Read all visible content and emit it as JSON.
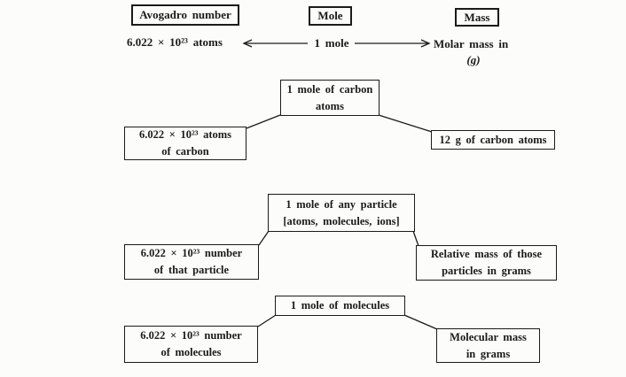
{
  "page": {
    "ink_color": "#1b1b1b",
    "paper_color": "#fcfcfa"
  },
  "header": {
    "columns": [
      {
        "label": "Avogadro number"
      },
      {
        "label": "Mole"
      },
      {
        "label": "Mass"
      }
    ],
    "relation": {
      "left": "6.022 × 10²³ atoms",
      "center": "1 mole",
      "right_line1": "Molar mass in",
      "right_line2": "(g)"
    }
  },
  "diagrams": [
    {
      "top": [
        "1 mole of carbon",
        "atoms"
      ],
      "left": [
        "6.022 × 10²³ atoms",
        "of carbon"
      ],
      "right": [
        "12 g of carbon atoms"
      ]
    },
    {
      "top": [
        "1 mole of any particle",
        "[atoms, molecules, ions]"
      ],
      "left": [
        "6.022 × 10²³ number",
        "of that particle"
      ],
      "right": [
        "Relative mass of those",
        "particles in grams"
      ]
    },
    {
      "top": [
        "1 mole of molecules"
      ],
      "left": [
        "6.022 × 10²³ number",
        "of molecules"
      ],
      "right": [
        "Molecular mass",
        "in grams"
      ]
    }
  ]
}
